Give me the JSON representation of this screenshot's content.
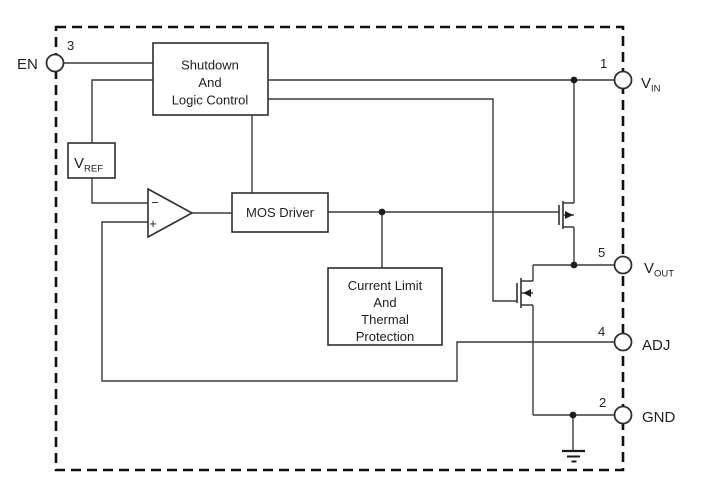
{
  "colors": {
    "background": "#ffffff",
    "line": "#3a3a3a",
    "boundary": "#111111",
    "text": "#1f1f1f"
  },
  "blocks": {
    "shutdown": {
      "line1": "Shutdown",
      "line2": "And",
      "line3": "Logic Control"
    },
    "vref": {
      "main": "V",
      "sub": "REF"
    },
    "mos_driver": {
      "label": "MOS Driver"
    },
    "current_limit": {
      "line1": "Current Limit",
      "line2": "And",
      "line3": "Thermal",
      "line4": "Protection"
    },
    "error_amp": {
      "inverting_input": "−",
      "noninverting_input": "+"
    }
  },
  "pins": {
    "en": {
      "number": "3",
      "label": "EN"
    },
    "vin": {
      "number": "1",
      "label_main": "V",
      "label_sub": "IN"
    },
    "vout": {
      "number": "5",
      "label_main": "V",
      "label_sub": "OUT"
    },
    "adj": {
      "number": "4",
      "label": "ADJ"
    },
    "gnd": {
      "number": "2",
      "label": "GND"
    }
  }
}
